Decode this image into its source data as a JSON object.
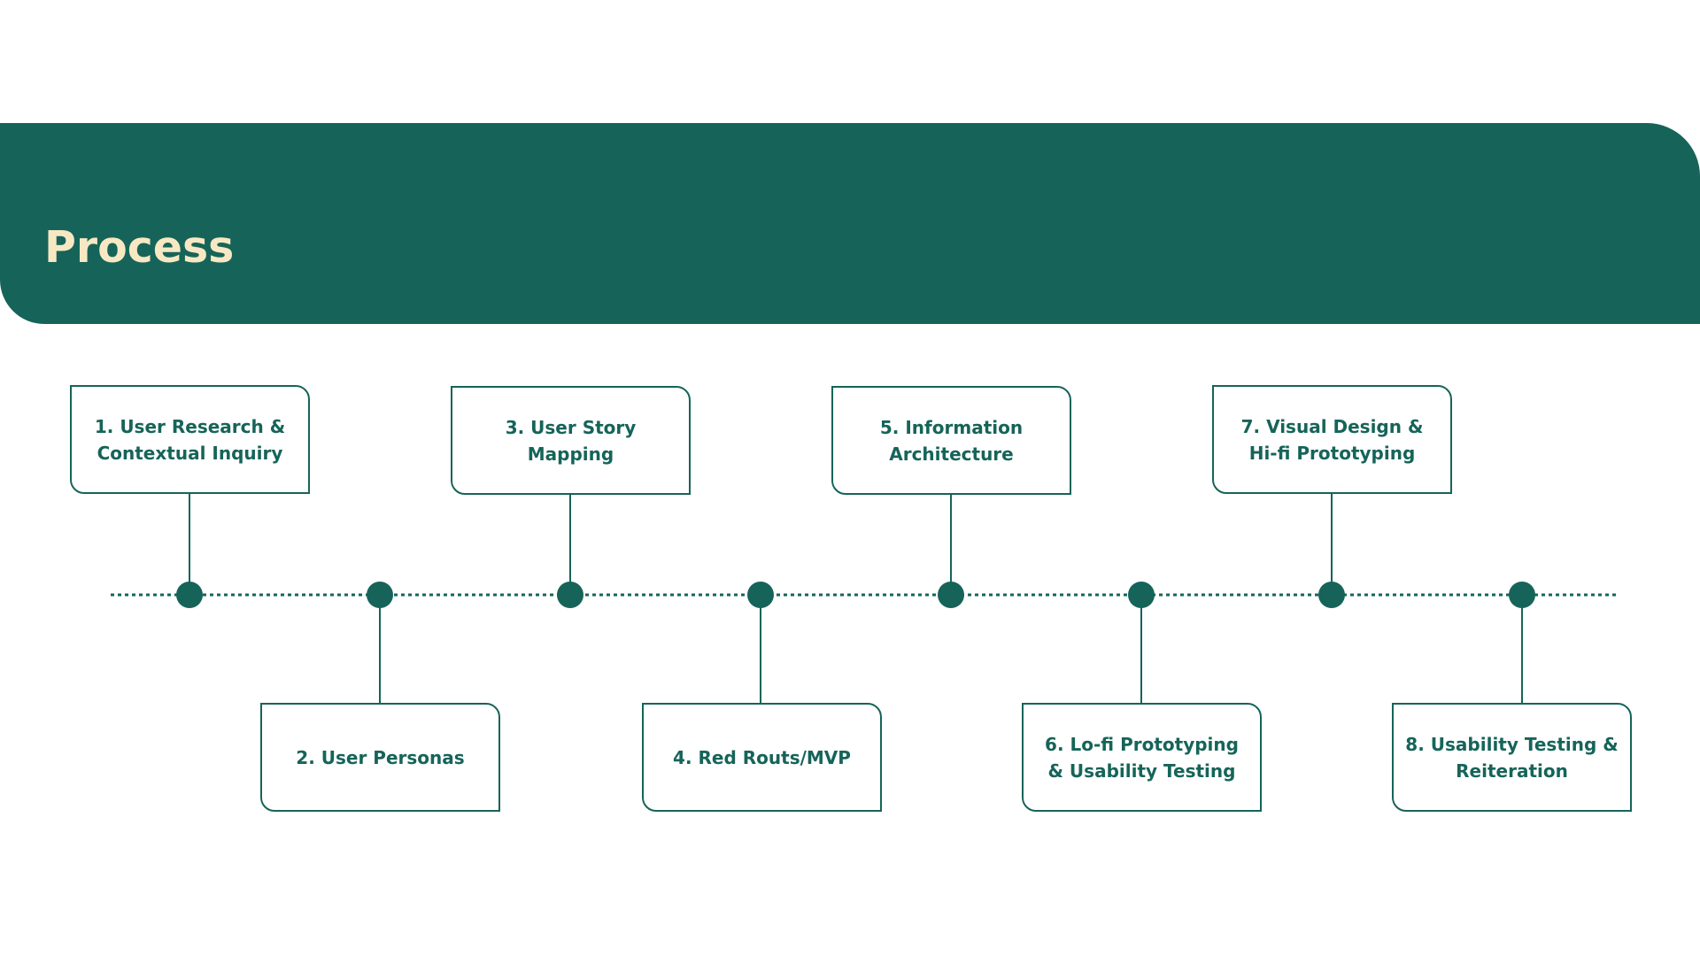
{
  "header": {
    "title": "Process"
  },
  "colors": {
    "primary": "#166459",
    "title_text": "#f7e8c3",
    "background": "#ffffff"
  },
  "steps": [
    {
      "label": "1. User Research &\nContextual Inquiry",
      "position": "above"
    },
    {
      "label": "2. User Personas",
      "position": "below"
    },
    {
      "label": "3. User Story Mapping",
      "position": "above"
    },
    {
      "label": "4. Red Routs/MVP",
      "position": "below"
    },
    {
      "label": "5. Information\nArchitecture",
      "position": "above"
    },
    {
      "label": "6. Lo-fi Prototyping\n& Usability Testing",
      "position": "below"
    },
    {
      "label": "7. Visual Design &\nHi-fi Prototyping",
      "position": "above"
    },
    {
      "label": "8. Usability Testing &\nReiteration",
      "position": "below"
    }
  ]
}
